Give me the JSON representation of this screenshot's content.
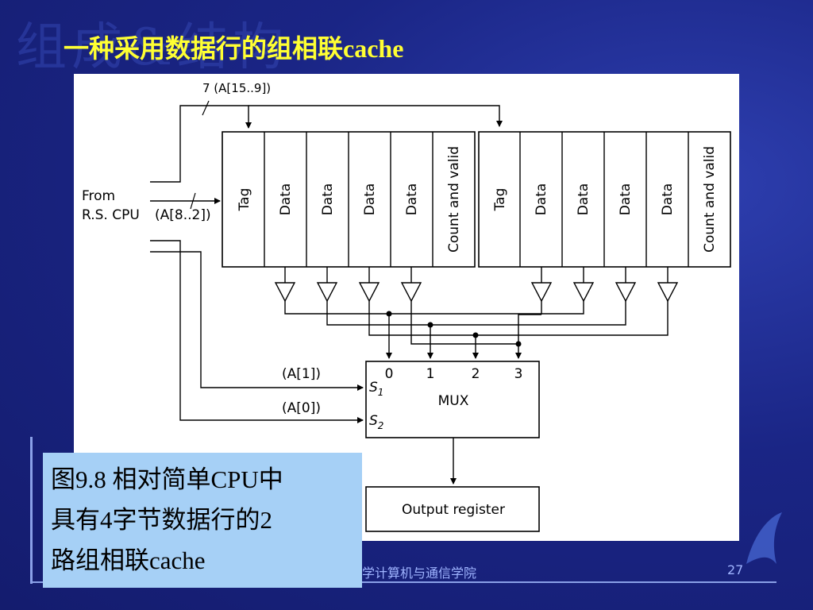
{
  "slide": {
    "watermark": "组成&结构",
    "title": "一种采用数据行的组相联cache",
    "footer_text": "学计算机与通信学院",
    "page_number": "27"
  },
  "caption": {
    "line1": "图9.8 相对简单CPU中",
    "line2": "具有4字节数据行的2",
    "line3": "路组相联cache"
  },
  "diagram": {
    "addr_tag_label": "7 (A[15..9])",
    "from_label_1": "From",
    "from_label_2": "R.S. CPU",
    "index_label": "(A[8..2])",
    "way1_cells": [
      "Tag",
      "Data",
      "Data",
      "Data",
      "Data",
      "Count and valid"
    ],
    "way2_cells": [
      "Tag",
      "Data",
      "Data",
      "Data",
      "Data",
      "Count and valid"
    ],
    "mux_label": "MUX",
    "mux_inputs": [
      "0",
      "1",
      "2",
      "3"
    ],
    "s1_label": "S",
    "s1_sub": "1",
    "s2_label": "S",
    "s2_sub": "2",
    "a1_label": "(A[1])",
    "a0_label": "(A[0])",
    "output_label": "Output register"
  },
  "colors": {
    "title": "#ffff33",
    "background": "#1d2a8a",
    "caption_bg": "#a6d0f6"
  }
}
